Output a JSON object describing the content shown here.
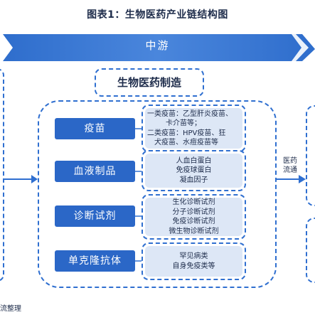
{
  "title": "图表1：生物医药产业链结构图",
  "stage": {
    "label": "中游"
  },
  "group": {
    "label": "生物医药制造"
  },
  "categories": [
    {
      "label": "疫苗",
      "details": [
        "一类疫苗：乙型肝炎疫苗、",
        "卡介苗等；",
        "二类疫苗：HPV疫苗、狂",
        "犬疫苗、水痘疫苗等"
      ]
    },
    {
      "label": "血液制品",
      "details": [
        "人血白蛋白",
        "免疫球蛋白",
        "凝血因子"
      ]
    },
    {
      "label": "诊断试剂",
      "details": [
        "生化诊断试剂",
        "分子诊断试剂",
        "免疫诊断试剂",
        "微生物诊断试剂"
      ]
    },
    {
      "label": "单克隆抗体",
      "details": [
        "罕见病类",
        "自身免疫类等"
      ]
    }
  ],
  "flow": {
    "lines": [
      "医药",
      "流通"
    ]
  },
  "source": "流整理",
  "colors": {
    "banner": "#3b79d4",
    "accent": "#2b67c7",
    "dashed_border": "#2f6fd0",
    "detail_fill": "#dde7f6"
  }
}
